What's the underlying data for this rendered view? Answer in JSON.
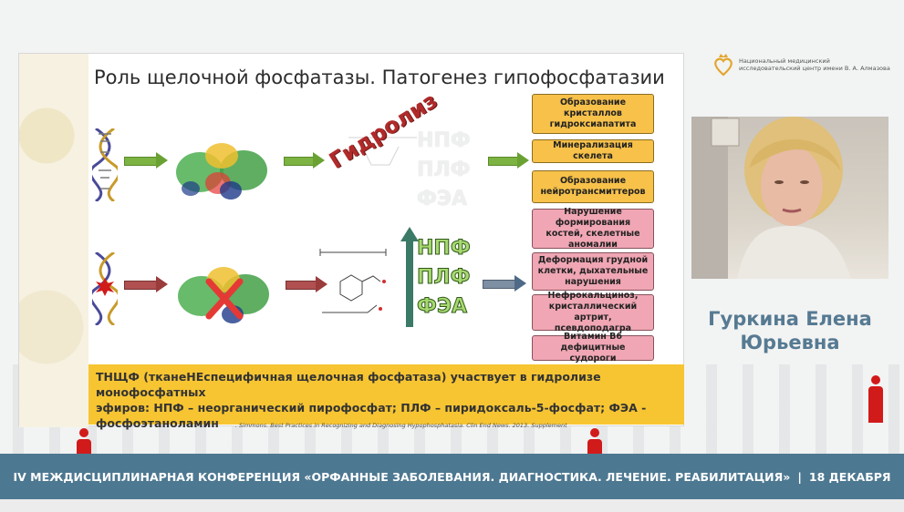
{
  "logo": {
    "line1": "Национальный медицинский",
    "line2": "исследовательский центр имени В. А. Алмазова"
  },
  "slide": {
    "title": "Роль щелочной фосфатазы. Патогенез гипофосфатазии",
    "hydrolysis_label": "Гидролиз",
    "abbr": [
      "НПФ",
      "ПЛФ",
      "ФЭА"
    ],
    "boxes_yellow": [
      "Образование кристаллов гидроксиапатита",
      "Минерализация скелета",
      "Образование нейротрансмиттеров"
    ],
    "boxes_pink": [
      "Нарушение формирования костей, скелетные аномалии",
      "Деформация грудной клетки, дыхательные нарушения",
      "Нефрокальциноз, кристаллический артрит, псевдоподагра",
      "Витамин B6 дефицитные судороги"
    ],
    "footnote_line1": "ТНЩФ  (тканеНЕспецифичная щелочная фосфатаза)  участвует в гидролизе монофосфатных",
    "footnote_line2": "эфиров: НПФ – неорганический пирофосфат; ПЛФ – пиридоксаль-5-фосфат; ФЭА -",
    "footnote_line3": "фосфоэтаноламин",
    "citation": ". Simmons. Best Practices in Recognizing and Diagnosing Hypophosphatasia. Clin End News. 2013. Supplement"
  },
  "speaker": {
    "name_line1": "Гуркина Елена",
    "name_line2": "Юрьевна"
  },
  "bottom_bar": {
    "conference": "IV МЕЖДИСЦИПЛИНАРНАЯ КОНФЕРЕНЦИЯ «ОРФАННЫЕ ЗАБОЛЕВАНИЯ. ДИАГНОСТИКА. ЛЕЧЕНИЕ. РЕАБИЛИТАЦИЯ»",
    "separator": "|",
    "date": "18 ДЕКАБРЯ"
  },
  "colors": {
    "bar": "#4d7891",
    "speaker_name": "#567a92",
    "yellow_box": "#f7c14a",
    "pink_box": "#f0a6b4",
    "footnote_bg": "#f7c532",
    "accent_red": "#d11a1a"
  }
}
